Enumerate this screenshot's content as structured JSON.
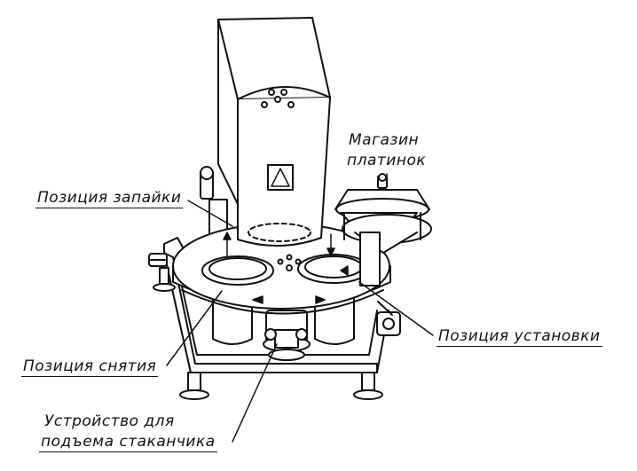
{
  "labels": {
    "magazine_line1": "Магазин",
    "magazine_line2": "платинок",
    "sealing_position": "Позиция запайки",
    "install_position": "Позиция установки",
    "removal_position": "Позиция снятия",
    "lift_device_line1": "Устройство для",
    "lift_device_line2": "подъема стаканчика"
  },
  "colors": {
    "line": "#111111",
    "background": "#ffffff"
  }
}
